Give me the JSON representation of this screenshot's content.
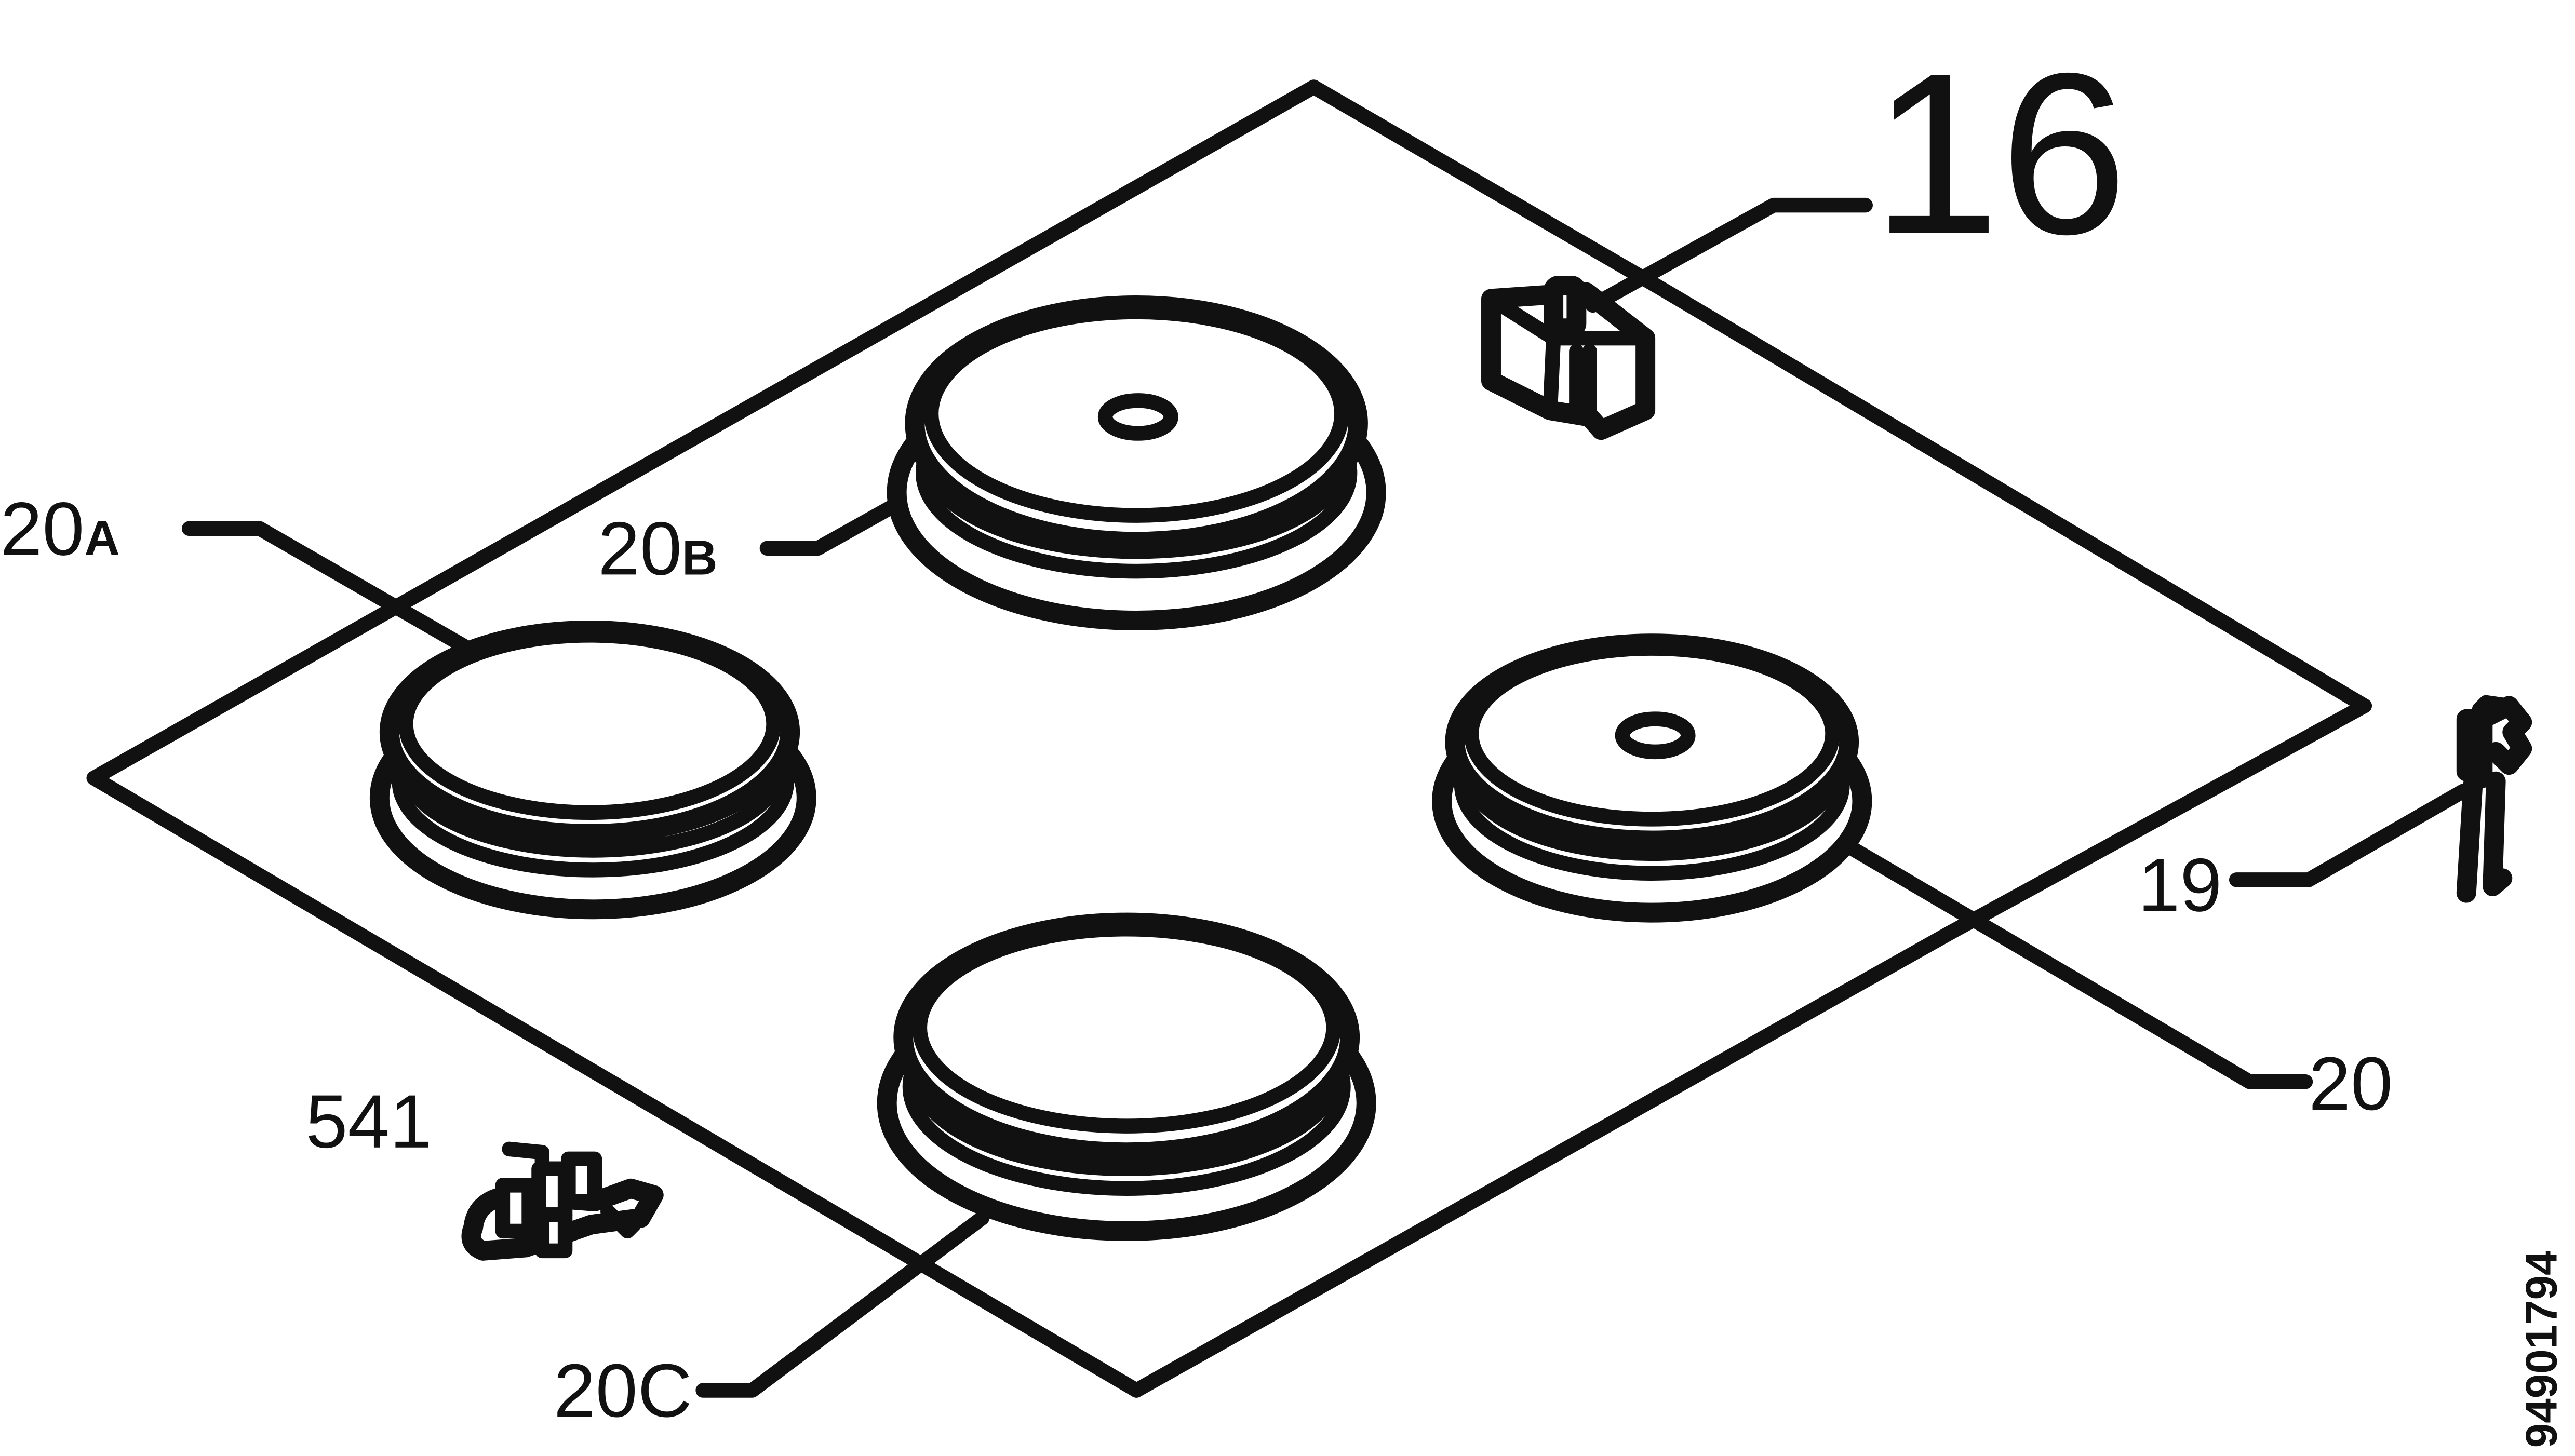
{
  "diagram": {
    "labels": {
      "part_16": "16",
      "part_20a_num": "20",
      "part_20a_letter": "A",
      "part_20b_num": "20",
      "part_20b_letter": "B",
      "part_20c": "20C",
      "part_20": "20",
      "part_19": "19",
      "part_541": "541"
    },
    "document_number": "94901794",
    "line_color": "#111111",
    "background_color": "#ffffff"
  }
}
